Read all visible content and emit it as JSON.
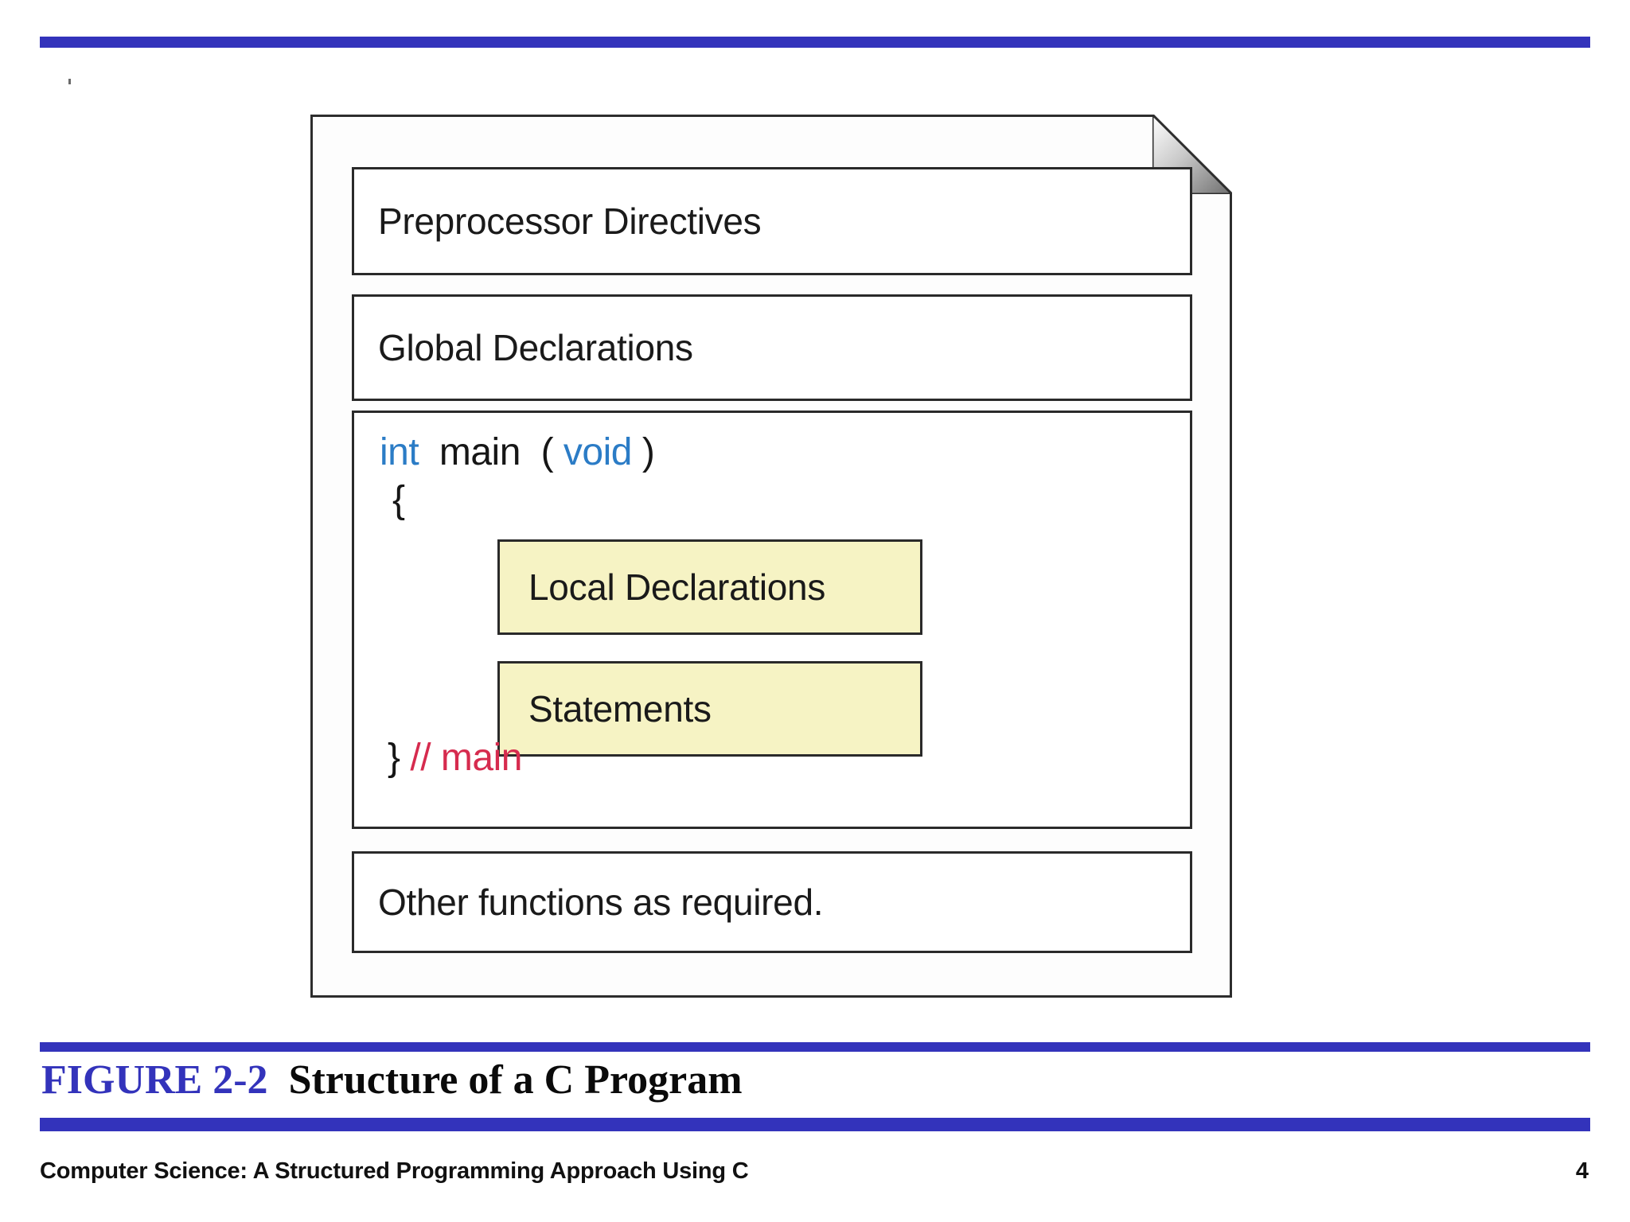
{
  "slide": {
    "accent_color": "#3333BB",
    "background": "#FFFFFF"
  },
  "figure": {
    "shape": "document-page-with-folded-corner",
    "fold_gradient_from": "#FFFFFF",
    "fold_gradient_to": "#6E6E6E",
    "sections": [
      {
        "id": "preprocessor",
        "label": "Preprocessor Directives",
        "fill": "#FFFFFF"
      },
      {
        "id": "global",
        "label": "Global Declarations",
        "fill": "#FFFFFF"
      },
      {
        "id": "main",
        "label": "",
        "fill": "#FFFFFF"
      },
      {
        "id": "other",
        "label": "Other functions as required.",
        "fill": "#FFFFFF"
      }
    ],
    "main_function": {
      "signature": {
        "return_type": "int",
        "name": "main",
        "open_paren": "(",
        "param": "void",
        "close_paren": ")"
      },
      "open_brace": "{",
      "close_brace": "}",
      "comment": "// main",
      "keyword_color": "#2B7CC6",
      "comment_color": "#D62B4E",
      "text_color": "#161616",
      "inner_blocks": [
        {
          "id": "local-declarations",
          "label": "Local Declarations",
          "fill": "#F6F3C4"
        },
        {
          "id": "statements",
          "label": "Statements",
          "fill": "#F6F3C4"
        }
      ]
    }
  },
  "caption": {
    "number": "FIGURE 2-2",
    "title": "Structure of a C Program",
    "number_color": "#3333BB",
    "title_color": "#0A0A0A"
  },
  "footer": {
    "book_title": "Computer Science: A Structured Programming Approach Using C",
    "page_number": "4"
  }
}
